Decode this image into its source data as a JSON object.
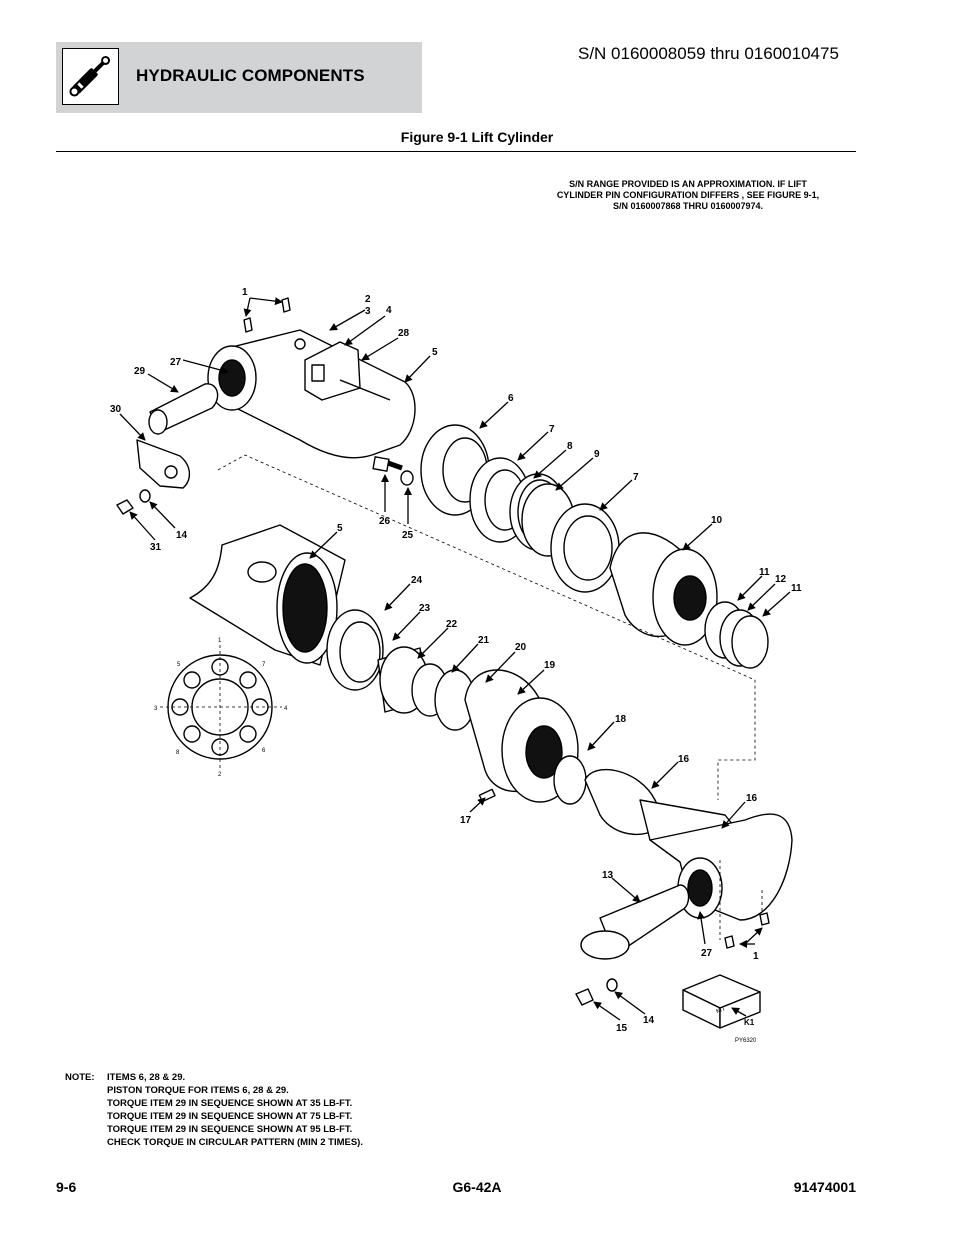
{
  "header": {
    "section_title": "HYDRAULIC COMPONENTS",
    "serial_range": "S/N 0160008059 thru 0160010475",
    "icon": "hydraulic-cylinder-icon"
  },
  "figure": {
    "title": "Figure 9-1 Lift Cylinder",
    "sn_note_lines": [
      "S/N RANGE PROVIDED IS AN APPROXIMATION. IF LIFT",
      "CYLINDER PIN CONFIGURATION DIFFERS , SEE FIGURE 9-1,",
      "S/N 0160007868 THRU 0160007974."
    ],
    "callouts": {
      "c1a": "1",
      "c2": "2",
      "c3": "3",
      "c4": "4",
      "c28": "28",
      "c5a": "5",
      "c27a": "27",
      "c29": "29",
      "c30": "30",
      "c6": "6",
      "c7a": "7",
      "c8": "8",
      "c9": "9",
      "c7b": "7",
      "c10": "10",
      "c26": "26",
      "c25": "25",
      "c14a": "14",
      "c31": "31",
      "c5b": "5",
      "c24": "24",
      "c23": "23",
      "c22": "22",
      "c21": "21",
      "c20": "20",
      "c19": "19",
      "c11a": "11",
      "c12": "12",
      "c11b": "11",
      "c18": "18",
      "c16a": "16",
      "c16b": "16",
      "c17": "17",
      "c13": "13",
      "c27b": "27",
      "c1b": "1",
      "c14b": "14",
      "c15": "15",
      "ck1": "K1"
    },
    "torque_pattern_labels": [
      "1",
      "2",
      "3",
      "4",
      "5",
      "6",
      "7",
      "8"
    ],
    "kit_label": "KIT",
    "image_id": "PY6320"
  },
  "note": {
    "label": "NOTE:",
    "lines": [
      "ITEMS 6, 28 & 29.",
      "PISTON TORQUE FOR ITEMS 6, 28 & 29.",
      "TORQUE ITEM 29 IN SEQUENCE SHOWN AT 35 LB-FT.",
      "TORQUE ITEM 29 IN SEQUENCE SHOWN AT 75 LB-FT.",
      "TORQUE ITEM 29 IN SEQUENCE SHOWN AT 95 LB-FT.",
      "CHECK TORQUE IN CIRCULAR PATTERN (MIN 2 TIMES)."
    ]
  },
  "footer": {
    "page": "9-6",
    "model": "G6-42A",
    "doc_number": "91474001"
  }
}
